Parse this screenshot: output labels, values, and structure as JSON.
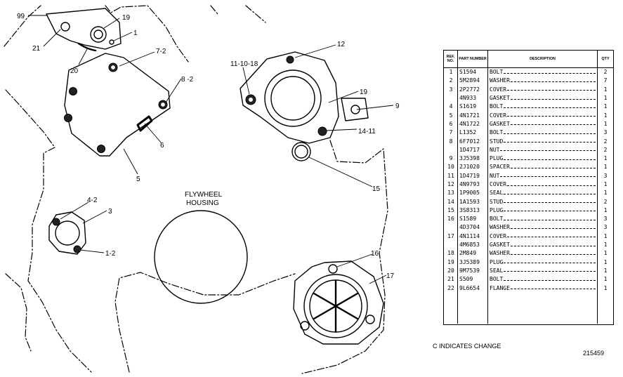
{
  "drawing": {
    "housing_label_line1": "FLYWHEEL",
    "housing_label_line2": "HOUSING",
    "callouts": [
      "99",
      "19",
      "21",
      "1",
      "20",
      "7-2",
      "8 -2",
      "6",
      "5",
      "11-10-18",
      "12",
      "19",
      "9",
      "14-11",
      "15",
      "4-2",
      "3",
      "1-2",
      "16",
      "17"
    ]
  },
  "table": {
    "headers": {
      "ref": "REF. NO.",
      "part": "PART NUMBER",
      "desc": "DESCRIPTION",
      "qty": "QTY"
    },
    "rows": [
      {
        "ref": "1",
        "part": "S1594",
        "desc": "BOLT",
        "qty": "2"
      },
      {
        "ref": "2",
        "part": "5M2894",
        "desc": "WASHER",
        "qty": "7"
      },
      {
        "ref": "3",
        "part": "2P2772",
        "desc": "COVER",
        "qty": "1"
      },
      {
        "ref": "",
        "part": "4N933",
        "desc": "GASKET",
        "qty": "1"
      },
      {
        "ref": "4",
        "part": "S1619",
        "desc": "BOLT",
        "qty": "1"
      },
      {
        "ref": "5",
        "part": "4N1721",
        "desc": "COVER",
        "qty": "1"
      },
      {
        "ref": "6",
        "part": "4N1722",
        "desc": "GASKET",
        "qty": "1"
      },
      {
        "ref": "7",
        "part": "L1352",
        "desc": "BOLT",
        "qty": "3"
      },
      {
        "ref": "8",
        "part": "6F7012",
        "desc": "STUD",
        "qty": "2"
      },
      {
        "ref": "",
        "part": "1D4717",
        "desc": "NUT",
        "qty": "2"
      },
      {
        "ref": "9",
        "part": "3J5398",
        "desc": "PLUG",
        "qty": "1"
      },
      {
        "ref": "10",
        "part": "2J1020",
        "desc": "SPACER",
        "qty": "1"
      },
      {
        "ref": "11",
        "part": "1D4719",
        "desc": "NUT",
        "qty": "3"
      },
      {
        "ref": "12",
        "part": "4N9793",
        "desc": "COVER",
        "qty": "1"
      },
      {
        "ref": "13",
        "part": "1P9005",
        "desc": "SEAL",
        "qty": "1"
      },
      {
        "ref": "14",
        "part": "1A1593",
        "desc": "STUD",
        "qty": "2"
      },
      {
        "ref": "15",
        "part": "3S8313",
        "desc": "PLUG",
        "qty": "1"
      },
      {
        "ref": "16",
        "part": "S1589",
        "desc": "BOLT",
        "qty": "3"
      },
      {
        "ref": "",
        "part": "4D3704",
        "desc": "WASHER",
        "qty": "3"
      },
      {
        "ref": "17",
        "part": "4N1114",
        "desc": "COVER",
        "qty": "1"
      },
      {
        "ref": "",
        "part": "4M6853",
        "desc": "GASKET",
        "qty": "1"
      },
      {
        "ref": "18",
        "part": "2M849",
        "desc": "WASHER",
        "qty": "1"
      },
      {
        "ref": "19",
        "part": "3J5389",
        "desc": "PLUG",
        "qty": "1"
      },
      {
        "ref": "20",
        "part": "9M7539",
        "desc": "SEAL",
        "qty": "1"
      },
      {
        "ref": "21",
        "part": "S509",
        "desc": "BOLT",
        "qty": "1"
      },
      {
        "ref": "22",
        "part": "9L6654",
        "desc": "FLANGE",
        "qty": "1"
      }
    ]
  },
  "note": "C INDICATES CHANGE",
  "drawing_number": "215459"
}
